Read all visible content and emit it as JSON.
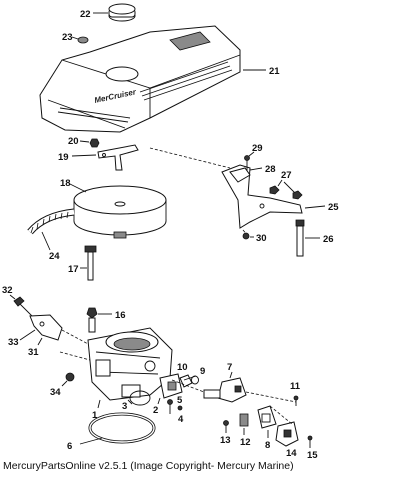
{
  "diagram": {
    "callouts": [
      "1",
      "2",
      "3",
      "4",
      "5",
      "6",
      "7",
      "8",
      "9",
      "10",
      "11",
      "12",
      "13",
      "14",
      "15",
      "16",
      "17",
      "18",
      "19",
      "20",
      "21",
      "22",
      "23",
      "24",
      "25",
      "26",
      "27",
      "28",
      "29",
      "30",
      "31",
      "32",
      "33",
      "34"
    ],
    "cover_logo_text": "MerCruiser"
  },
  "footer": {
    "text": "MercuryPartsOnline v2.5.1 (Image Copyright- Mercury Marine)"
  }
}
